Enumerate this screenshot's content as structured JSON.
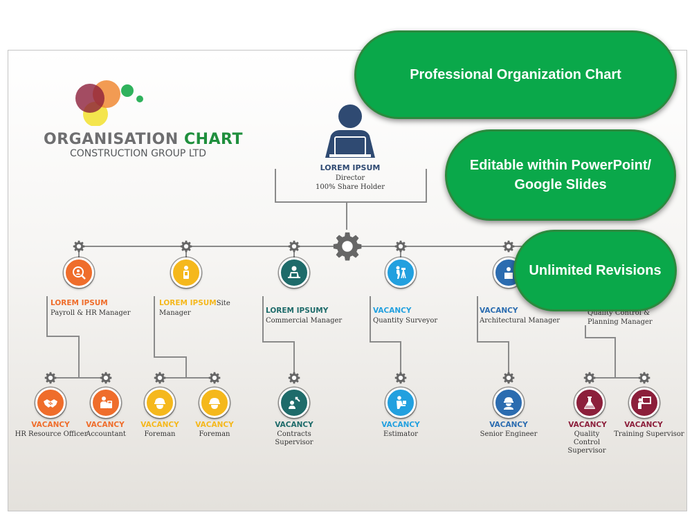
{
  "colors": {
    "orange": "#ef6d2b",
    "yellow": "#f5b81c",
    "teal": "#1e6b6a",
    "blue": "#22a0df",
    "navy": "#2b6cb0",
    "maroon": "#8c1f3b",
    "green": "#0aa84a"
  },
  "header": {
    "title_part1": "ORGANISATION ",
    "title_part2": "CHART",
    "subtitle": "CONSTRUCTION GROUP LTD"
  },
  "director": {
    "name": "LOREM IPSUM",
    "role": "Director",
    "detail": "100% Share Holder",
    "icon": "laptop-person-icon"
  },
  "badges": [
    {
      "text": "Professional Organization Chart"
    },
    {
      "text": "Editable within PowerPoint/ Google Slides"
    },
    {
      "text": "Unlimited Revisions"
    }
  ],
  "managers": [
    {
      "title": "LOREM IPSUM",
      "title_suffix": "",
      "role": "Payroll & HR Manager",
      "icon": "user-magnifier-icon",
      "color": "orange"
    },
    {
      "title": "LOREM IPSUM",
      "title_suffix": "Site",
      "role": "Manager",
      "icon": "worker-clipboard-icon",
      "color": "yellow"
    },
    {
      "title": "LOREM IPSUMY",
      "title_suffix": "",
      "role": "Commercial Manager",
      "icon": "desk-laptop-icon",
      "color": "teal"
    },
    {
      "title": "VACANCY",
      "title_suffix": "",
      "role": "Quantity Surveyor",
      "icon": "surveyor-tripod-icon",
      "color": "blue"
    },
    {
      "title": "VACANCY",
      "title_suffix": "",
      "role": "Architectural Manager",
      "icon": "architect-icon",
      "color": "navy"
    },
    {
      "title": "",
      "title_suffix": "",
      "role": "Quality Control & Planning Manager",
      "icon": "planner-icon",
      "color": "maroon"
    }
  ],
  "staff": [
    {
      "title": "VACANCY",
      "role": "HR Resource Officer",
      "icon": "handshake-icon",
      "color": "orange"
    },
    {
      "title": "VACANCY",
      "role": "Accountant",
      "icon": "calculator-icon",
      "color": "orange"
    },
    {
      "title": "VACANCY",
      "role": "Foreman",
      "icon": "hard-hat-icon",
      "color": "yellow"
    },
    {
      "title": "VACANCY",
      "role": "Foreman",
      "icon": "hard-hat-icon",
      "color": "yellow"
    },
    {
      "title": "VACANCY",
      "role": "Contracts Supervisor",
      "icon": "tools-icon",
      "color": "teal"
    },
    {
      "title": "VACANCY",
      "role": "Estimator",
      "icon": "estimator-desk-icon",
      "color": "blue"
    },
    {
      "title": "VACANCY",
      "role": "Senior Engineer",
      "icon": "engineer-icon",
      "color": "navy"
    },
    {
      "title": "VACANCY",
      "role": "Quality Control Supervisor",
      "icon": "flask-icon",
      "color": "maroon"
    },
    {
      "title": "VACANCY",
      "role": "Training Supervisor",
      "icon": "presentation-board-icon",
      "color": "maroon"
    }
  ]
}
